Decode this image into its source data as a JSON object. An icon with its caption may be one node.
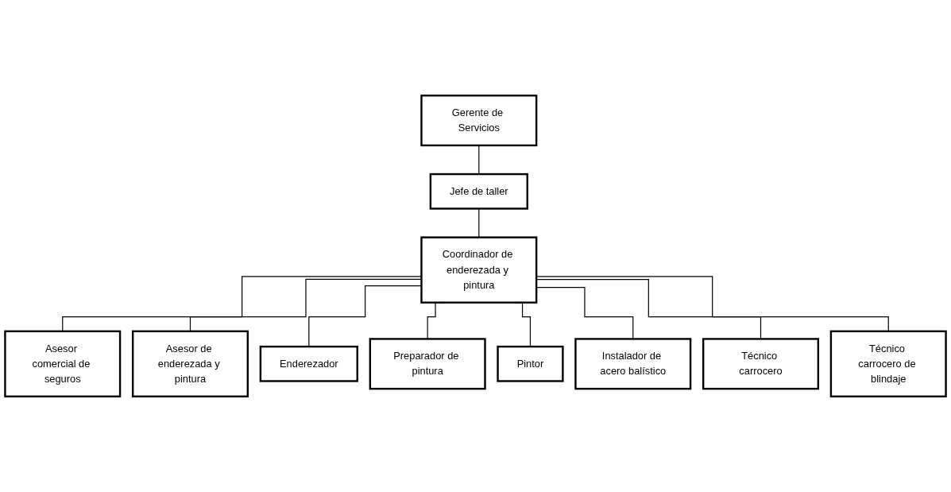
{
  "diagram": {
    "nodes": [
      {
        "text": [
          "Gerente de Servicios"
        ]
      },
      {
        "text": [
          "Jefe de taller"
        ]
      },
      {
        "text": [
          "Coordinador de enderezada y pintura"
        ]
      },
      {
        "text": [
          "Asesor comercial de seguros"
        ]
      },
      {
        "text": [
          "Asesor de enderezada y pintura"
        ]
      },
      {
        "text": [
          "Enderezador"
        ]
      },
      {
        "text": [
          "Preparador de pintura"
        ]
      },
      {
        "text": [
          "Pintor"
        ]
      },
      {
        "text": [
          "Instalador de acero balístico"
        ]
      },
      {
        "text": [
          "Técnico carrocero"
        ]
      },
      {
        "text": [
          "Técnico carrocero de blindaje"
        ]
      }
    ],
    "edges": [
      {
        "from": 0,
        "to": 1,
        "arrow": "none"
      },
      {
        "from": 1,
        "to": 2,
        "arrow": "none"
      },
      {
        "from": 2,
        "to": 3,
        "arrow": "none"
      },
      {
        "from": 2,
        "to": 4,
        "arrow": "none"
      },
      {
        "from": 2,
        "to": 5,
        "arrow": "none"
      },
      {
        "from": 2,
        "to": 6,
        "arrow": "none"
      },
      {
        "from": 2,
        "to": 7,
        "arrow": "none"
      },
      {
        "from": 2,
        "to": 8,
        "arrow": "none"
      },
      {
        "from": 2,
        "to": 9,
        "arrow": "none"
      },
      {
        "from": 2,
        "to": 10,
        "arrow": "none"
      }
    ]
  }
}
